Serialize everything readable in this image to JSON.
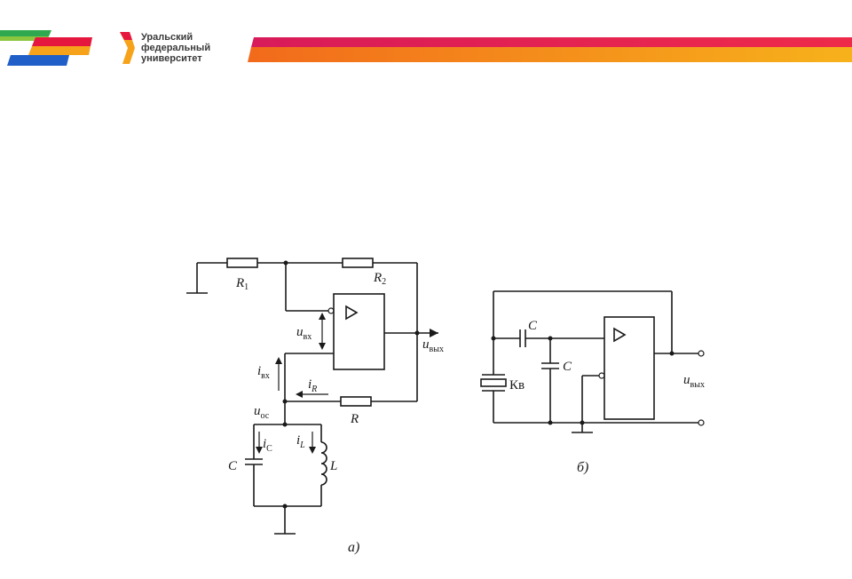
{
  "header": {
    "university_name_line1": "Уральский",
    "university_name_line2": "федеральный",
    "university_name_line3": "университет",
    "colors": {
      "green": "#2fa84f",
      "blue": "#1f5fc7",
      "red": "#e5173f",
      "orange": "#f7a21b",
      "yellow": "#f7c21b"
    }
  },
  "circuit_a": {
    "R1": "R",
    "R1_sub": "1",
    "R2": "R",
    "R2_sub": "2",
    "R": "R",
    "u_in": "u",
    "u_in_sub": "вх",
    "u_out": "u",
    "u_out_sub": "вых",
    "i_in": "i",
    "i_in_sub": "вх",
    "i_R": "i",
    "i_R_sub": "R",
    "u_fb": "u",
    "u_fb_sub": "ос",
    "i_C": "i",
    "i_C_sub": "C",
    "i_L": "i",
    "i_L_sub": "L",
    "C": "C",
    "L": "L",
    "caption": "а)"
  },
  "circuit_b": {
    "C_series": "C",
    "C_shunt": "C",
    "crystal": "Кв",
    "u_out": "u",
    "u_out_sub": "вых",
    "caption": "б)"
  }
}
